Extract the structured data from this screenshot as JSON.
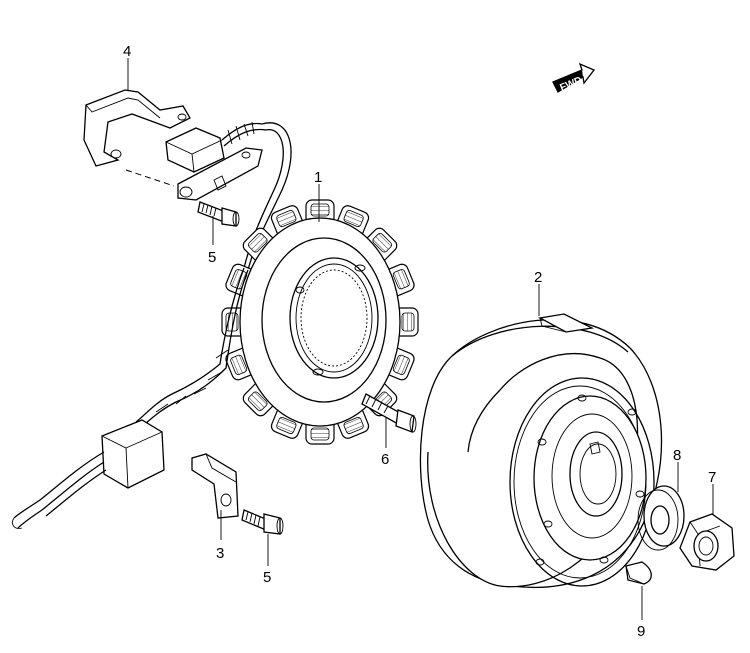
{
  "badge": {
    "label": "FWD"
  },
  "callouts": [
    {
      "id": "part-1",
      "number": "1",
      "part": "stator-coil"
    },
    {
      "id": "part-2",
      "number": "2",
      "part": "rotor-flywheel"
    },
    {
      "id": "part-3",
      "number": "3",
      "part": "wire-clamp"
    },
    {
      "id": "part-4",
      "number": "4",
      "part": "pickup-bracket"
    },
    {
      "id": "part-5a",
      "number": "5",
      "part": "bolt"
    },
    {
      "id": "part-5b",
      "number": "5",
      "part": "bolt"
    },
    {
      "id": "part-6",
      "number": "6",
      "part": "stator-bolt"
    },
    {
      "id": "part-7",
      "number": "7",
      "part": "rotor-nut"
    },
    {
      "id": "part-8",
      "number": "8",
      "part": "washer"
    },
    {
      "id": "part-9",
      "number": "9",
      "part": "woodruff-key"
    }
  ],
  "colors": {
    "ink": "#000000",
    "paper": "#ffffff"
  }
}
